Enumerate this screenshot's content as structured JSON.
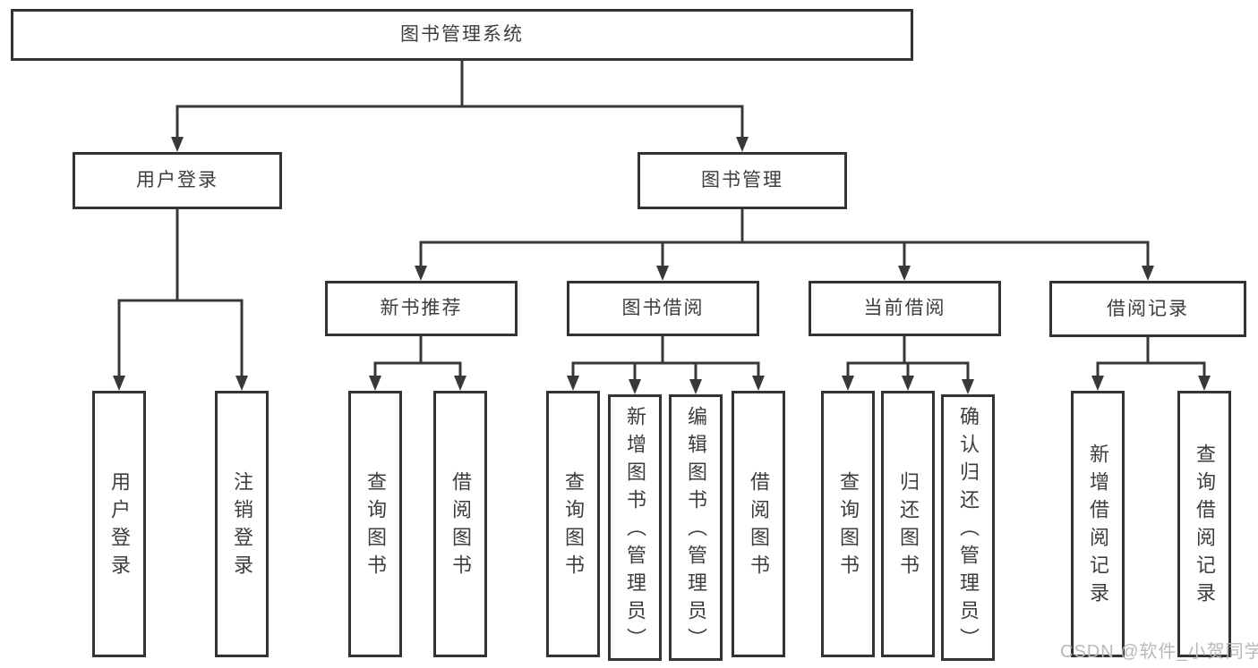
{
  "nodes": {
    "root": "图书管理系统",
    "user_login": "用户登录",
    "book_management": "图书管理",
    "new_book_recommend": "新书推荐",
    "book_borrow": "图书借阅",
    "current_borrow": "当前借阅",
    "borrow_records": "借阅记录",
    "leaf_user_login": "用户登录",
    "leaf_logout": "注销登录",
    "leaf_nb_query": "查询图书",
    "leaf_nb_borrow": "借阅图书",
    "leaf_bb_query": "查询图书",
    "leaf_bb_add": "新增图书（管理员）",
    "leaf_bb_edit": "编辑图书（管理员）",
    "leaf_bb_borrow": "借阅图书",
    "leaf_cb_query": "查询图书",
    "leaf_cb_return": "归还图书",
    "leaf_cb_confirm": "确认归还（管理员）",
    "leaf_br_add": "新增借阅记录",
    "leaf_br_query": "查询借阅记录"
  },
  "watermark": "CSDN @软件_小贺同学",
  "colors": {
    "line": "#383838",
    "box_border": "#343434",
    "text": "#3d3d3d",
    "watermark": "#b9b9b9",
    "background": "#ffffff"
  }
}
